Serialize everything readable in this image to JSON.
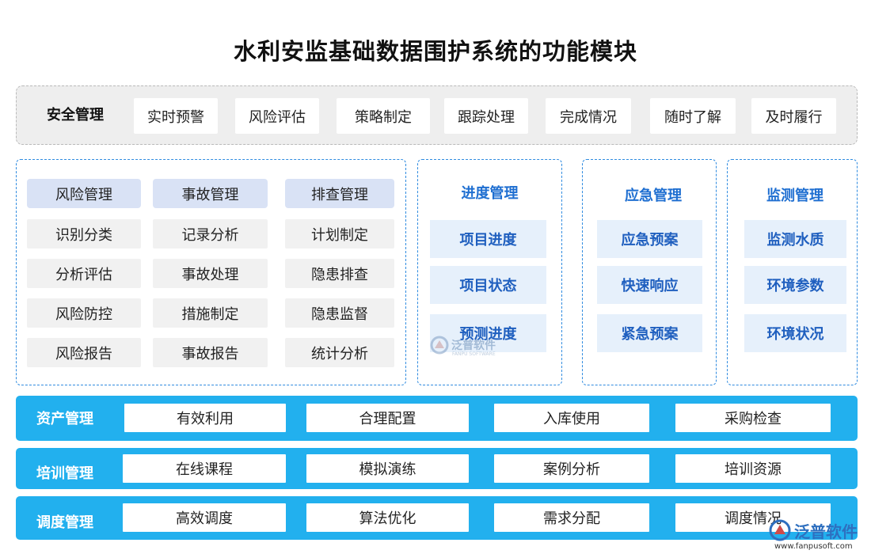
{
  "title": "水利安监基础数据围护系统的功能模块",
  "safety": {
    "label": "安全管理",
    "items": [
      "实时预警",
      "风险评估",
      "策略制定",
      "跟踪处理",
      "完成情况",
      "随时了解",
      "及时履行"
    ]
  },
  "left_panel": {
    "columns": [
      {
        "header": "风险管理",
        "items": [
          "识别分类",
          "分析评估",
          "风险防控",
          "风险报告"
        ]
      },
      {
        "header": "事故管理",
        "items": [
          "记录分析",
          "事故处理",
          "措施制定",
          "事故报告"
        ]
      },
      {
        "header": "排查管理",
        "items": [
          "计划制定",
          "隐患排查",
          "隐患监督",
          "统计分析"
        ]
      }
    ]
  },
  "progress": {
    "header": "进度管理",
    "items": [
      "项目进度",
      "项目状态",
      "预测进度"
    ]
  },
  "emergency": {
    "header": "应急管理",
    "items": [
      "应急预案",
      "快速响应",
      "紧急预案"
    ]
  },
  "monitoring": {
    "header": "监测管理",
    "items": [
      "监测水质",
      "环境参数",
      "环境状况"
    ]
  },
  "bars": [
    {
      "label": "资产管理",
      "items": [
        "有效利用",
        "合理配置",
        "入库使用",
        "采购检查"
      ]
    },
    {
      "label": "培训管理",
      "items": [
        "在线课程",
        "模拟演练",
        "案例分析",
        "培训资源"
      ]
    },
    {
      "label": "调度管理",
      "items": [
        "高效调度",
        "算法优化",
        "需求分配",
        "调度情况"
      ]
    }
  ],
  "watermark": {
    "brand": "泛普软件",
    "sub": "FANPU SOFTWARE",
    "url": "www.fanpusoft.com"
  },
  "colors": {
    "accent": "#22b0ee",
    "panel_border": "#2f8be0",
    "header_fill": "#d9e2f5",
    "light_blue": "#e6f0fb"
  }
}
